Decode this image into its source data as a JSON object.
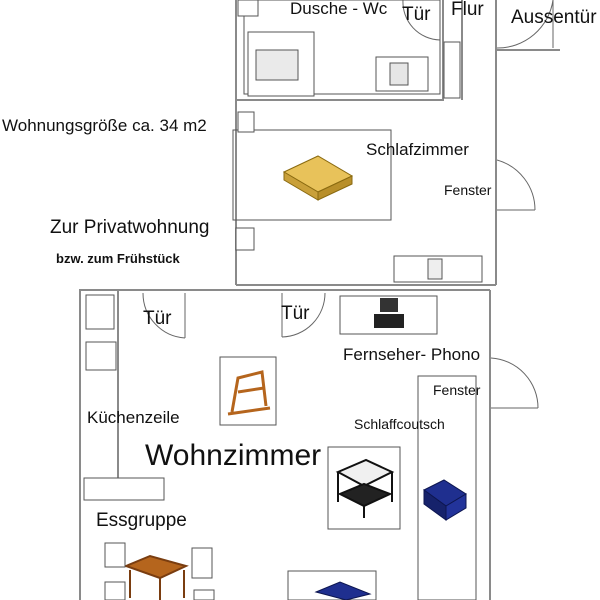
{
  "plan": {
    "labels": {
      "bathroom": "Dusche - Wc",
      "door_top": "Tür",
      "hall": "Flur",
      "exterior_door": "Aussentür",
      "apartment_size": "Wohnungsgröße ca. 34 m2",
      "bedroom": "Schlafzimmer",
      "window_bedroom": "Fenster",
      "private_access_line1": "Zur Privatwohnung",
      "private_access_line2": "bzw. zum Frühstück",
      "door_living_left": "Tür",
      "door_living_mid": "Tür",
      "tv_area": "Fernseher- Phono",
      "window_living": "Fenster",
      "sofa_bed": "Schlaffcoutsch",
      "kitchenette": "Küchenzeile",
      "living_room": "Wohnzimmer",
      "dining_group": "Essgruppe"
    },
    "colors": {
      "wall": "#8a8a8a",
      "furniture_frame": "#333333",
      "sofa_blue": "#1f2f8f",
      "wood": "#b5651d",
      "bed_yellow": "#e8c25a"
    }
  }
}
